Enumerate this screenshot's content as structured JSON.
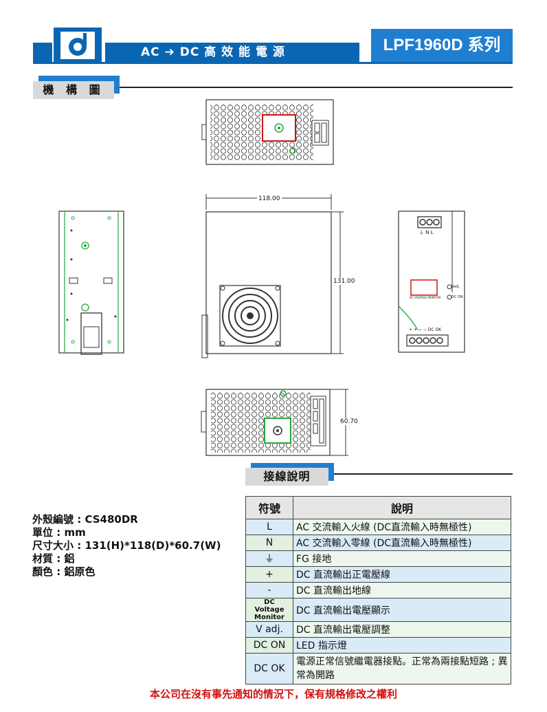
{
  "header": {
    "title": "AC ➔ DC 高 效 能 電 源",
    "series": "LPF1960D 系列"
  },
  "sections": {
    "mechanical": "機 構 圖",
    "wiring": "接線說明"
  },
  "dimensions": {
    "width_label": "118.00",
    "height_label": "131.00",
    "depth_label": "60.70"
  },
  "front_labels": {
    "terminal_top": "⏚ N L",
    "vadj": "Vadj.",
    "dc_on": "DC ON",
    "monitor": "DC VOLTAGE MONITOR",
    "bottom_terminals": "+ + − − DC OK"
  },
  "spec": {
    "case_no": "外殼編號 : CS480DR",
    "unit": "單位 : mm",
    "size": "尺寸大小 : 131(H)*118(D)*60.7(W)",
    "material": "材質 : 鋁",
    "color": "顏色 : 鋁原色"
  },
  "wiring_table": {
    "header_symbol": "符號",
    "header_desc": "說明",
    "rows": [
      {
        "symbol": "L",
        "desc": "AC 交流輸入火線 (DC直流輸入時無極性)"
      },
      {
        "symbol": "N",
        "desc": "AC 交流輸入零線 (DC直流輸入時無極性)"
      },
      {
        "symbol": "⏚",
        "desc": "FG 接地"
      },
      {
        "symbol": "+",
        "desc": "DC 直流輸出正電壓線"
      },
      {
        "symbol": "-",
        "desc": "DC 直流輸出地線"
      },
      {
        "symbol": "DC Voltage Monitor",
        "desc": "DC 直流輸出電壓顯示"
      },
      {
        "symbol": "V adj.",
        "desc": "DC 直流輸出電壓調整"
      },
      {
        "symbol": "DC ON",
        "desc": "LED 指示燈"
      },
      {
        "symbol": "DC OK",
        "desc": "電源正常信號繼電器接點。正常為兩接點短路 ; 異常為開路"
      }
    ]
  },
  "footer": "本公司在沒有事先通知的情況下，保有規格修改之權利",
  "colors": {
    "brand_blue": "#0a66b2",
    "accent_red": "#d01010",
    "green": "#22a83a"
  }
}
